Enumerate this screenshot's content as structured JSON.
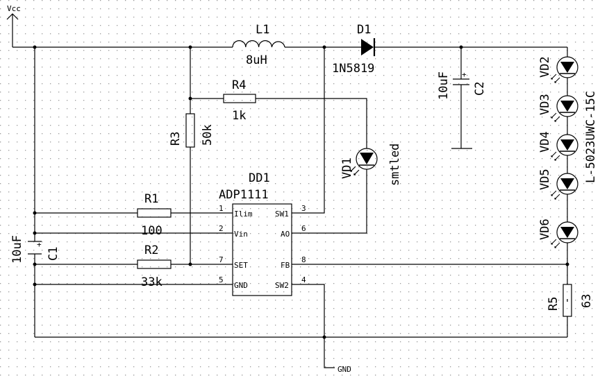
{
  "labels": {
    "vcc": "Vcc",
    "gnd": "GND",
    "l1_name": "L1",
    "l1_value": "8uH",
    "d1_name": "D1",
    "d1_value": "1N5819",
    "r4_name": "R4",
    "r4_value": "1k",
    "r3_name": "R3",
    "r3_value": "50k",
    "vd1_name": "VD1",
    "vd1_value": "smtled",
    "dd1_name": "DD1",
    "dd1_value": "ADP1111",
    "r1_name": "R1",
    "r1_value": "100",
    "r2_name": "R2",
    "r2_value": "33k",
    "c1_name": "C1",
    "c1_value": "10uF",
    "c2_name": "C2",
    "c2_value": "10uF",
    "r5_name": "R5",
    "r5_value": "63",
    "led_string_value": "L-5023UWC-15C",
    "vd2": "VD2",
    "vd3": "VD3",
    "vd4": "VD4",
    "vd5": "VD5",
    "vd6": "VD6"
  },
  "ic_pins": {
    "p1_num": "1",
    "p1_name": "Ilim",
    "p2_num": "2",
    "p2_name": "Vin",
    "p7_num": "7",
    "p7_name": "SET",
    "p5_num": "5",
    "p5_name": "GND",
    "p3_num": "3",
    "p3_name": "SW1",
    "p6_num": "6",
    "p6_name": "AO",
    "p8_num": "8",
    "p8_name": "FB",
    "p4_num": "4",
    "p4_name": "SW2"
  },
  "polarity": {
    "plus": "+"
  },
  "colors": {
    "wire": "#000000",
    "grid": "#9a9a9a",
    "background": "#ffffff"
  }
}
